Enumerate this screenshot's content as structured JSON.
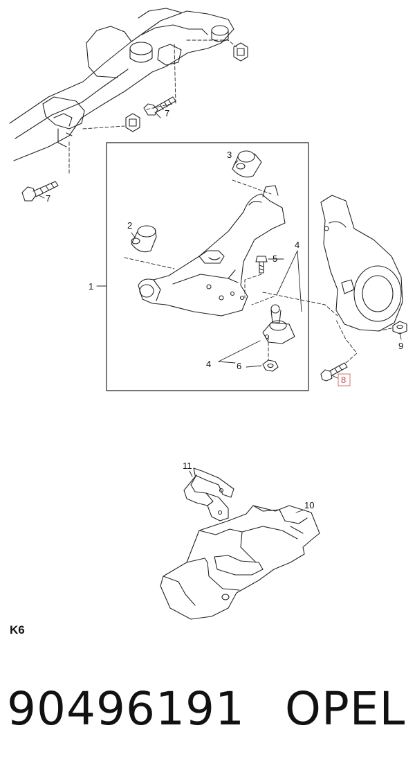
{
  "diagram": {
    "callouts": {
      "c1": "1",
      "c2": "2",
      "c3": "3",
      "c4a": "4",
      "c4b": "4",
      "c5": "5",
      "c6": "6",
      "c7a": "7",
      "c7b": "7",
      "c8": "8",
      "c9": "9",
      "c10": "10",
      "c11": "11"
    },
    "highlighted_callout": "8",
    "highlight_color": "#d07070"
  },
  "page_code": "K6",
  "footer": {
    "part_number": "90496191",
    "brand": "OPEL"
  }
}
